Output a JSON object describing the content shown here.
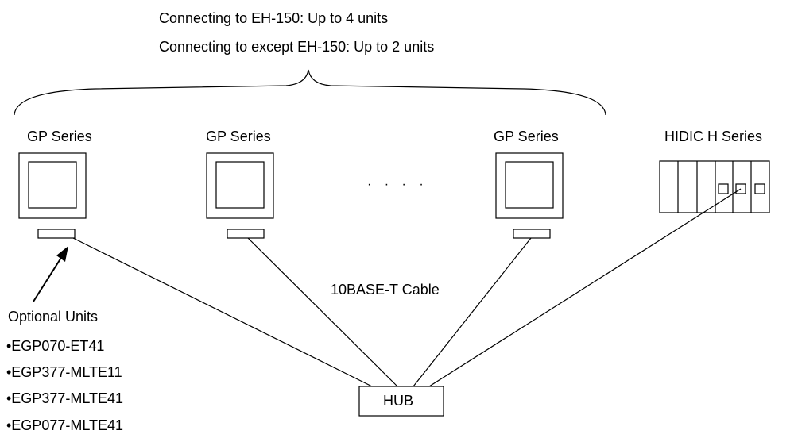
{
  "heading": {
    "line1": "Connecting to EH-150: Up to 4 units",
    "line2": "Connecting to except EH-150: Up to 2 units"
  },
  "devices": {
    "gp1_label": "GP Series",
    "gp2_label": "GP Series",
    "gp3_label": "GP Series",
    "plc_label": "HIDIC H Series",
    "ellipsis": "· · · ·"
  },
  "cable_label": "10BASE-T Cable",
  "hub_label": "HUB",
  "optional_units": {
    "title": "Optional Units",
    "items": [
      "•EGP070-ET41",
      "•EGP377-MLTE11",
      "•EGP377-MLTE41",
      "•EGP077-MLTE41"
    ]
  }
}
